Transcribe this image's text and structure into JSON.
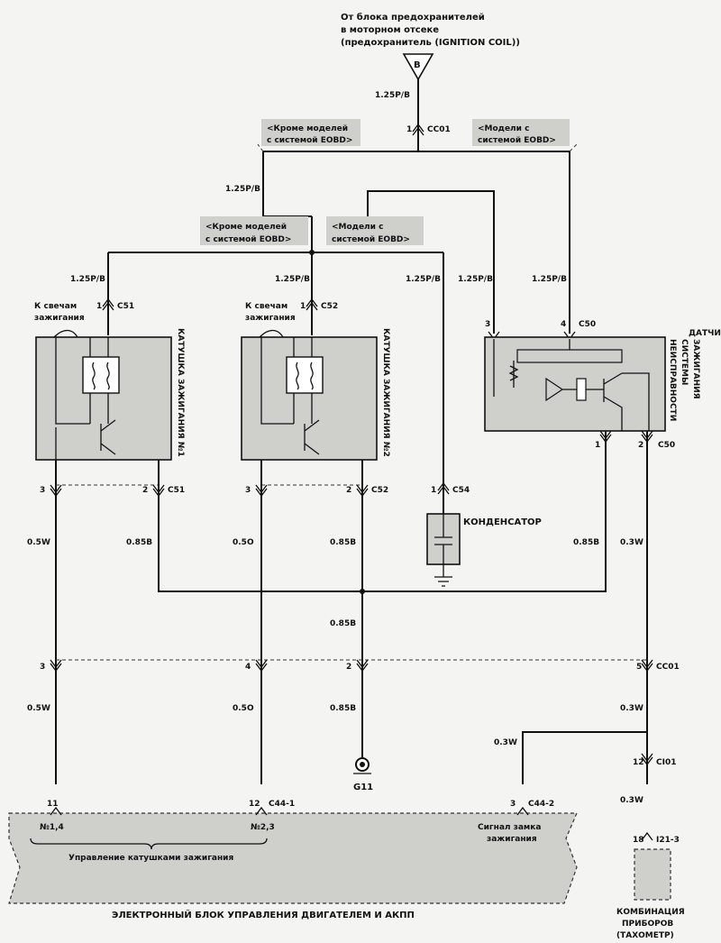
{
  "source": {
    "lines": [
      "От блока предохранителей",
      "в моторном отсеке",
      "(предохранитель (IGNITION COIL))"
    ],
    "fuse_letter": "B",
    "wire": "1.25P/B"
  },
  "connectors": {
    "cc01_top": {
      "pin": "1",
      "name": "CC01"
    },
    "c51_top": {
      "pin": "1",
      "name": "C51"
    },
    "c52_top": {
      "pin": "1",
      "name": "C52"
    },
    "c50_3": "3",
    "c50_4": "4",
    "c50_top_name": "C50",
    "c51_bottom": {
      "pin3": "3",
      "pin2": "2",
      "name": "C51"
    },
    "c52_bottom": {
      "pin3": "3",
      "pin2": "2",
      "name": "C52"
    },
    "c54": {
      "pin": "1",
      "name": "C54"
    },
    "c50_bottom": {
      "pin1": "1",
      "pin2": "2",
      "name": "C50"
    },
    "cc01_mid": {
      "pin3": "3",
      "pin4": "4",
      "pin2": "2",
      "pin5": "5",
      "name": "CC01"
    },
    "ci01": {
      "pin": "12",
      "name": "CI01"
    },
    "c44_1": {
      "pin11": "11",
      "pin12": "12",
      "name": "C44-1"
    },
    "c44_2": {
      "pin": "3",
      "name": "C44-2"
    },
    "i21_3": {
      "pin": "18",
      "name": "I21-3"
    }
  },
  "branch_labels": {
    "top_left": [
      "<Кроме моделей",
      "с системой EOBD>"
    ],
    "top_right": [
      "<Модели с",
      "системой EOBD>"
    ],
    "mid_left": [
      "<Кроме моделей",
      "с системой EOBD>"
    ],
    "mid_right": [
      "<Модели с",
      "системой EOBD>"
    ]
  },
  "wires": {
    "w125": "1.25P/B",
    "w05w": "0.5W",
    "w085b": "0.85B",
    "w05o": "0.5O",
    "w03w": "0.3W"
  },
  "components": {
    "coil1_title": "КАТУШКА ЗАЖИГАНИЯ №1",
    "coil2_title": "КАТУШКА ЗАЖИГАНИЯ №2",
    "spark_label": [
      "К свечам",
      "зажигания"
    ],
    "sensor_title": [
      "ДАТЧИК",
      "НЕИСПРАВНОСТИ",
      "СИСТЕМЫ",
      "ЗАЖИГАНИЯ"
    ],
    "capacitor": "КОНДЕНСАТОР",
    "ground": "G11",
    "ecu_title": "ЭЛЕКТРОННЫЙ БЛОК УПРАВЛЕНИЯ ДВИГАТЕЛЕМ И АКПП",
    "ecu_no14": "№1,4",
    "ecu_no23": "№2,3",
    "ecu_coil_control": "Управление катушками зажигания",
    "ecu_ign_signal": [
      "Сигнал замка",
      "зажигания"
    ],
    "cluster": [
      "КОМБИНАЦИЯ",
      "ПРИБОРОВ",
      "(ТАХОМЕТР)"
    ]
  }
}
